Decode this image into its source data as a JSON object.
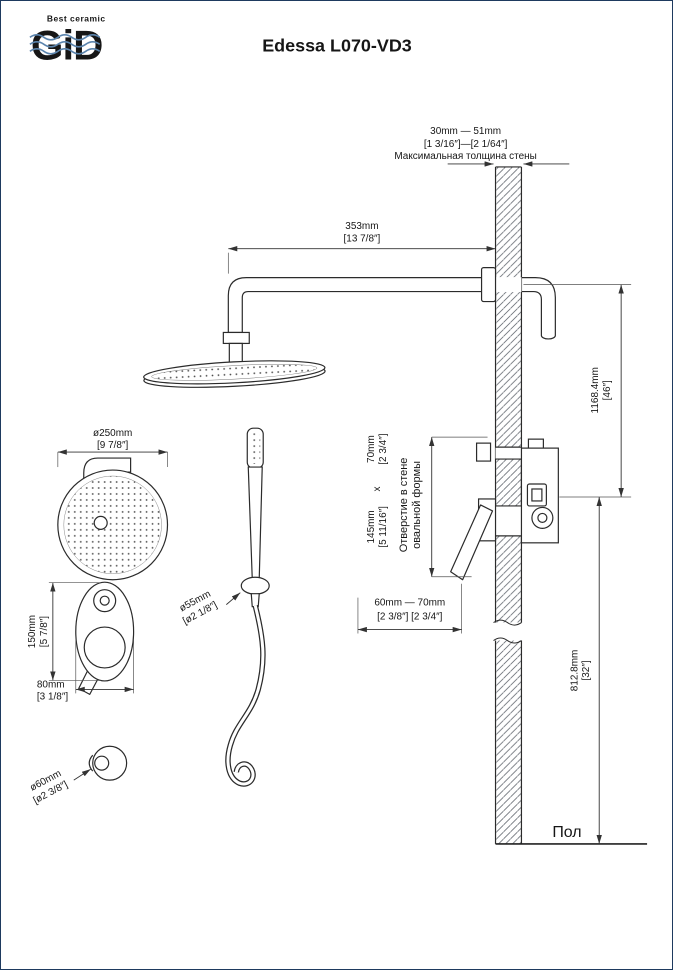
{
  "header": {
    "brand": "GiD",
    "tagline": "Best ceramic",
    "title": "Edessa L070-VD3"
  },
  "dim": {
    "wall_mm": "30mm — 51mm",
    "wall_in": "[1 3/16″]—[2 1/64″]",
    "wall_note": "Максимальная толщина стены",
    "arm_mm": "353mm",
    "arm_in": "[13 7/8″]",
    "head_mm": "ø250mm",
    "head_in": "[9 7/8″]",
    "holder_mm": "ø55mm",
    "holder_in": "[ø2 1/8″]",
    "plate_h_mm": "150mm",
    "plate_h_in": "[5 7/8″]",
    "plate_w_mm": "80mm",
    "plate_w_in": "[3 1/8″]",
    "bracket_mm": "ø60mm",
    "bracket_in": "[ø2 3/8″]",
    "hole_h_mm": "145mm",
    "hole_h_in": "[5 11/16″]",
    "hole_x": "x",
    "hole_w_mm": "70mm",
    "hole_w_in": "[2 3/4″]",
    "hole_note1": "Отверстие в стене",
    "hole_note2": "овальной формы",
    "depth_mm": "60mm  —  70mm",
    "depth_in": "[2 3/8″]  [2 3/4″]",
    "h1_mm": "1168.4mm",
    "h1_in": "[46″]",
    "h2_mm": "812.8mm",
    "h2_in": "[32″]",
    "floor": "Пол"
  }
}
